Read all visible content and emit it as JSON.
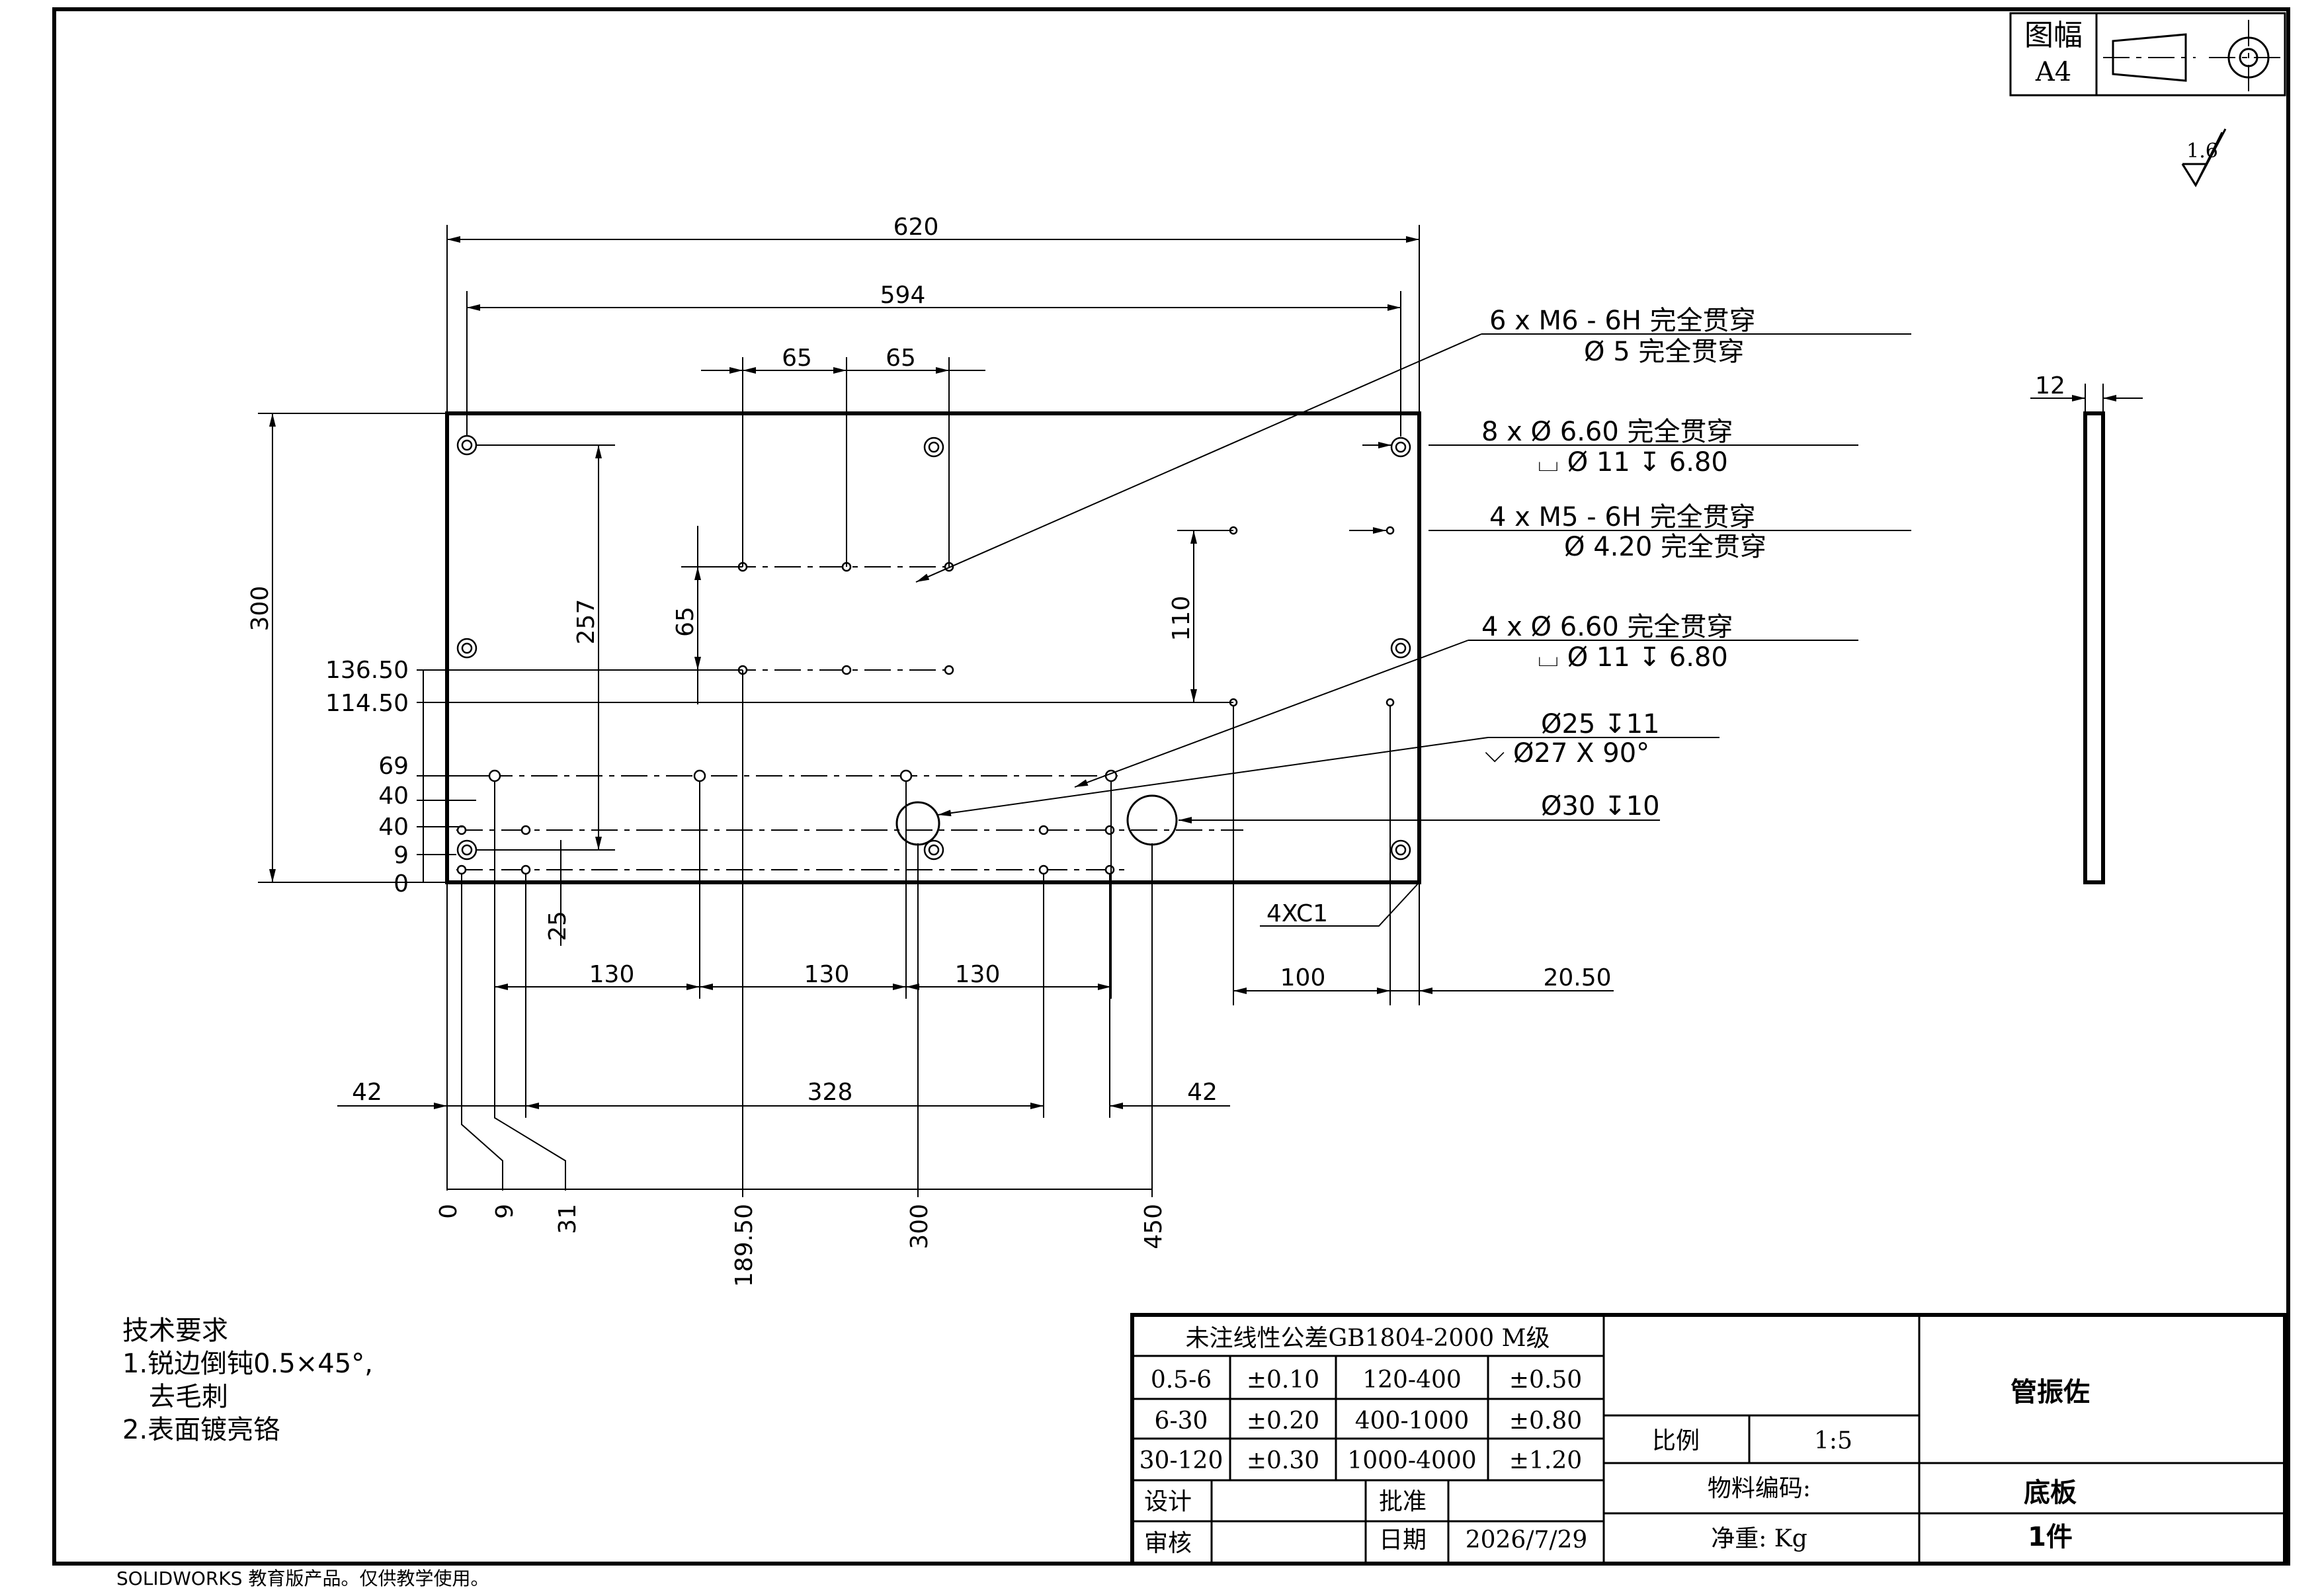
{
  "format": {
    "label": "图幅",
    "size": "A4"
  },
  "roughness": "1.6",
  "dimensions": {
    "top_620": "620",
    "top_594": "594",
    "top_65a": "65",
    "top_65b": "65",
    "left_300": "300",
    "left_257": "257",
    "mid_65": "65",
    "right_110": "110",
    "thickness_12": "12",
    "y_136": "136.50",
    "y_114": "114.50",
    "y_69": "69",
    "y_40a": "40",
    "y_40b": "40",
    "y_9": "9",
    "y_0": "0",
    "v_25": "25",
    "h_130a": "130",
    "h_130b": "130",
    "h_130c": "130",
    "h_100": "100",
    "h_2050": "20.50",
    "h_42a": "42",
    "h_328": "328",
    "h_42b": "42",
    "x_0": "0",
    "x_9": "9",
    "x_31": "31",
    "x_18950": "189.50",
    "x_300": "300",
    "x_450": "450",
    "chamfer": "4XC1"
  },
  "callouts": {
    "c1_line1": "6 x  M6 - 6H 完全贯穿",
    "c1_line2": "Ø 5 完全贯穿",
    "c2_line1": "8  x   Ø 6.60 完全贯穿",
    "c2_line2": "⌴ Ø  11   ↧  6.80",
    "c3_line1": "4 x  M5 - 6H 完全贯穿",
    "c3_line2": "Ø 4.20 完全贯穿",
    "c4_line1": "4  x   Ø 6.60 完全贯穿",
    "c4_line2": "⌴ Ø  11   ↧  6.80",
    "c5_line1": "Ø25 ↧11",
    "c5_line2": "⌵ Ø27  X  90°",
    "c6_line1": "Ø30 ↧10"
  },
  "tech_notes": {
    "title": "技术要求",
    "item1": "1.锐边倒钝0.5×45°,",
    "item1b": "去毛刺",
    "item2": "2.表面镀亮铬"
  },
  "title_block": {
    "tolerance_header": "未注线性公差GB1804-2000 M级",
    "rows": [
      [
        "0.5-6",
        "±0.10",
        "120-400",
        "±0.50"
      ],
      [
        "6-30",
        "±0.20",
        "400-1000",
        "±0.80"
      ],
      [
        "30-120",
        "±0.30",
        "1000-4000",
        "±1.20"
      ]
    ],
    "design": "设计",
    "approve": "批准",
    "review": "审核",
    "date_label": "日期",
    "date": "2026/7/29",
    "scale_label": "比例",
    "scale": "1:5",
    "material_code": "物料编码:",
    "net_weight": "净重: Kg",
    "company": "管振佐",
    "part_name": "底板",
    "quantity": "1件"
  },
  "footer": "SOLIDWORKS 教育版产品。仅供教学使用。"
}
